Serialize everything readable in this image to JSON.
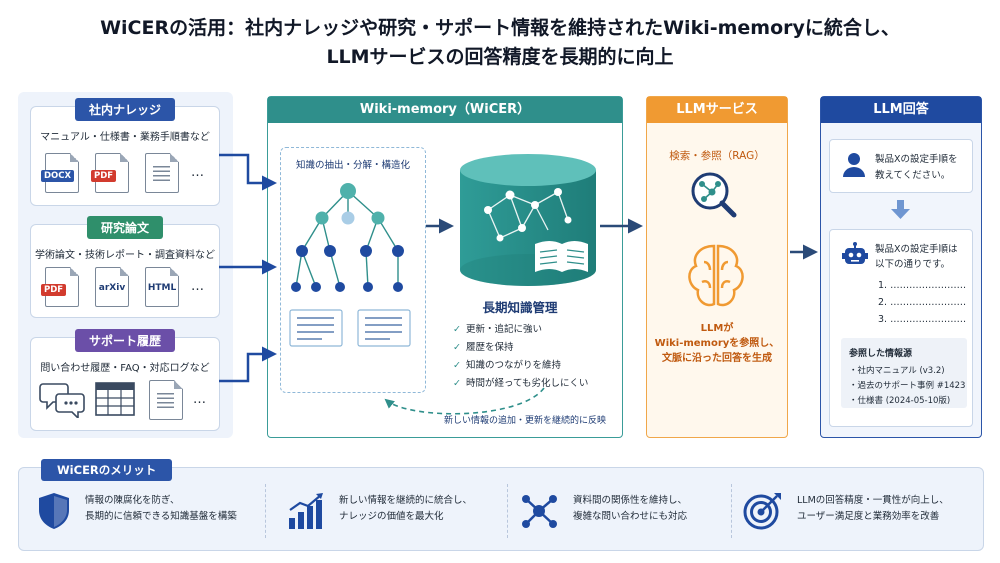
{
  "title": {
    "line1": "WiCERの活用：社内ナレッジや研究・サポート情報を維持されたWiki-memoryに統合し、",
    "line2": "LLMサービスの回答精度を長期的に向上"
  },
  "sources": [
    {
      "label": "社内ナレッジ",
      "subtitle": "マニュアル・仕様書・業務手順書など",
      "color": "#2c55a8",
      "files": [
        "DOCX",
        "PDF"
      ]
    },
    {
      "label": "研究論文",
      "subtitle": "学術論文・技術レポート・調査資料など",
      "color": "#2f8f6b",
      "files": [
        "PDF",
        "arXiv",
        "HTML"
      ]
    },
    {
      "label": "サポート履歴",
      "subtitle": "問い合わせ履歴・FAQ・対応ログなど",
      "color": "#6b4fa8"
    }
  ],
  "more": "…",
  "wiki": {
    "header": "Wiki-memory（WiCER）",
    "extract_title": "知識の抽出・分解・構造化",
    "mgmt_title": "長期知識管理",
    "mgmt_items": [
      "更新・追記に強い",
      "履歴を保持",
      "知識のつながりを維持",
      "時間が経っても劣化しにくい"
    ],
    "feedback": "新しい情報の追加・更新を継続的に反映"
  },
  "llm": {
    "header": "LLMサービス",
    "rag": "検索・参照（RAG）",
    "desc": [
      "LLMが",
      "Wiki-memoryを参照し、",
      "文脈に沿った回答を生成"
    ]
  },
  "answer": {
    "header": "LLM回答",
    "question": [
      "製品Xの設定手順を",
      "教えてください。"
    ],
    "reply": [
      "製品Xの設定手順は",
      "以下の通りです。"
    ],
    "steps": [
      "1. ……………………",
      "2. ……………………",
      "3. ……………………"
    ],
    "refs_title": "参照した情報源",
    "refs": [
      "・社内マニュアル (v3.2)",
      "・過去のサポート事例 #1423",
      "・仕様書 (2024-05-10版)"
    ]
  },
  "merits": {
    "label": "WiCERのメリット",
    "items": [
      {
        "icon": "shield-icon",
        "lines": [
          "情報の陳腐化を防ぎ、",
          "長期的に信頼できる知識基盤を構築"
        ]
      },
      {
        "icon": "growth-chart-icon",
        "lines": [
          "新しい情報を継続的に統合し、",
          "ナレッジの価値を最大化"
        ]
      },
      {
        "icon": "network-icon",
        "lines": [
          "資料間の関係性を維持し、",
          "複雑な問い合わせにも対応"
        ]
      },
      {
        "icon": "target-icon",
        "lines": [
          "LLMの回答精度・一貫性が向上し、",
          "ユーザー満足度と業務効率を改善"
        ]
      }
    ]
  },
  "colors": {
    "teal": "#2f8f8b",
    "orange": "#f09a32",
    "navy": "#1f4aa0",
    "arrow": "#2a4a78"
  }
}
